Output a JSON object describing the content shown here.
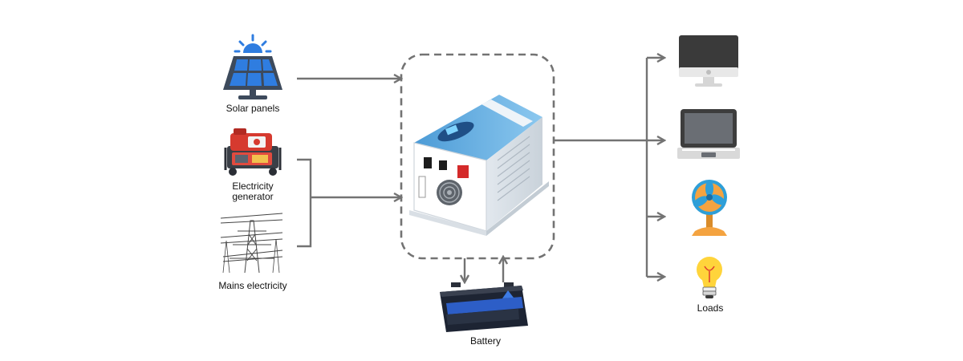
{
  "sources": {
    "solar": {
      "label": "Solar panels",
      "icon": "solar-panel-icon"
    },
    "generator": {
      "label_line1": "Electricity",
      "label_line2": "generator",
      "icon": "generator-icon"
    },
    "mains": {
      "label": "Mains electricity",
      "icon": "power-pylon-icon"
    }
  },
  "center": {
    "icon": "inverter-icon"
  },
  "battery": {
    "label": "Battery",
    "icon": "battery-icon"
  },
  "loads": {
    "label": "Loads",
    "items": [
      {
        "icon": "monitor-icon"
      },
      {
        "icon": "laptop-icon"
      },
      {
        "icon": "fan-icon"
      },
      {
        "icon": "light-bulb-icon"
      }
    ]
  },
  "colors": {
    "connector": "#737373",
    "dashed_border": "#737373",
    "solar_blue": "#2f7de0",
    "solar_frame": "#3d4a5c",
    "generator_red": "#d63a2f",
    "inverter_blue": "#5aa9de",
    "battery_dark": "#1d2433",
    "fan_blue": "#2e9fd8",
    "fan_base": "#f4a340",
    "bulb_yellow": "#ffd43b"
  }
}
